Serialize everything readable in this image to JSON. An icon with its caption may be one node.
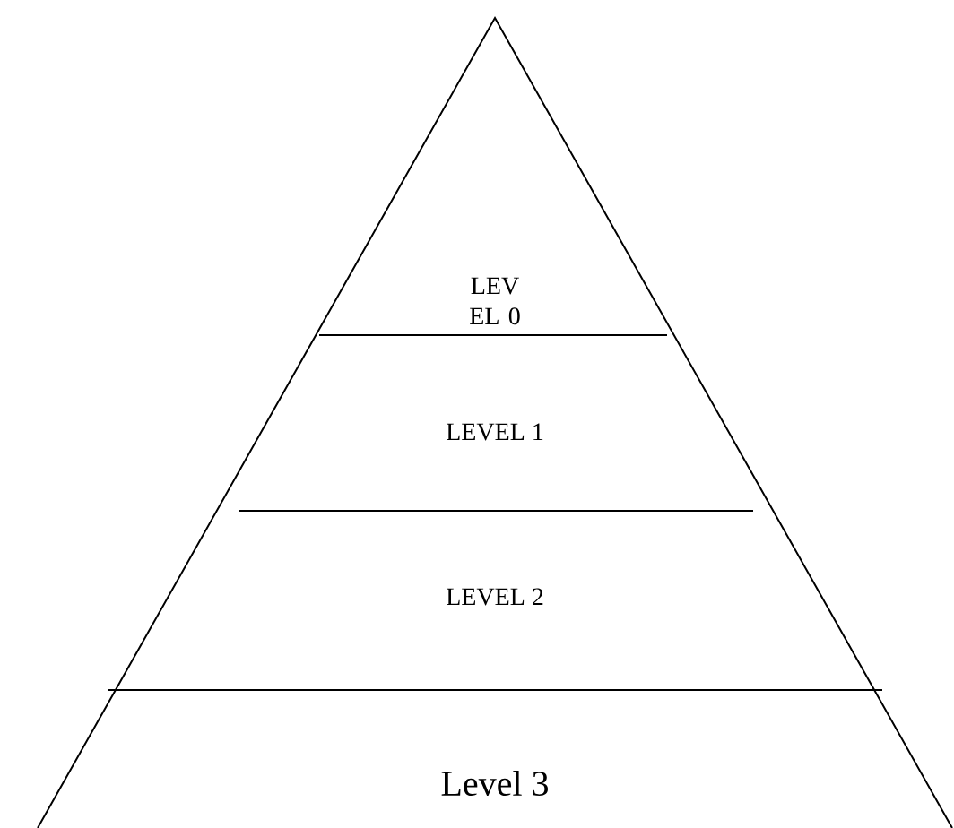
{
  "diagram": {
    "nodes": [
      {
        "text": [
          "LEV EL 0"
        ]
      },
      {
        "text": [
          "LEVEL 1"
        ]
      },
      {
        "text": [
          "LEVEL 2"
        ]
      },
      {
        "text": [
          "Level 3"
        ]
      }
    ]
  }
}
